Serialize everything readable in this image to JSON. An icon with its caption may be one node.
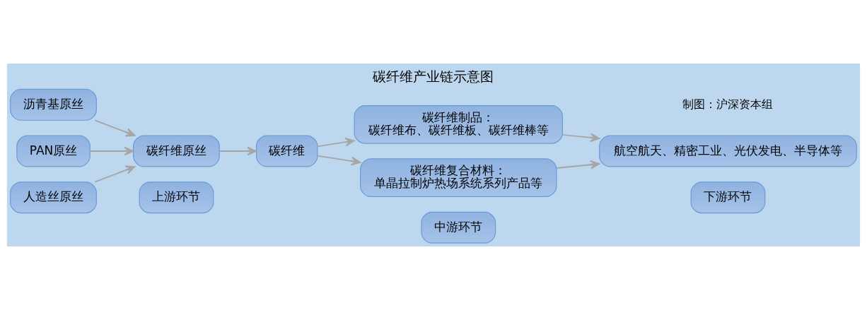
{
  "diagram": {
    "title": "碳纤维产业链示意图",
    "nodes": [
      {
        "text": [
          "上游环节"
        ]
      },
      {
        "text": [
          "中游环节"
        ]
      },
      {
        "text": [
          "下游环节"
        ]
      },
      {
        "text": [
          "沥青基原丝"
        ]
      },
      {
        "text": [
          "PAN原丝"
        ]
      },
      {
        "text": [
          "人造丝原丝"
        ]
      },
      {
        "text": [
          "碳纤维原丝"
        ]
      },
      {
        "text": [
          "碳纤维"
        ]
      },
      {
        "text": [
          "碳纤维制品：",
          "碳纤维布、碳纤维板、碳纤维棒等"
        ]
      },
      {
        "text": [
          "碳纤维复合材料：",
          "单晶拉制炉热场系统系列产品等"
        ]
      },
      {
        "text": [
          "航空航天、精密工业、光伏发电、半导体等"
        ]
      }
    ],
    "edges": [
      {
        "from": 3,
        "to": 6,
        "arrow": "to"
      },
      {
        "from": 4,
        "to": 6,
        "arrow": "to"
      },
      {
        "from": 5,
        "to": 6,
        "arrow": "to"
      },
      {
        "from": 6,
        "to": 7,
        "arrow": "to"
      },
      {
        "from": 7,
        "to": 8,
        "arrow": "to"
      },
      {
        "from": 7,
        "to": 9,
        "arrow": "to"
      },
      {
        "from": 8,
        "to": 10,
        "arrow": "to"
      },
      {
        "from": 9,
        "to": 10,
        "arrow": "to"
      }
    ],
    "labels": [
      "制图：沪深资本组"
    ]
  }
}
